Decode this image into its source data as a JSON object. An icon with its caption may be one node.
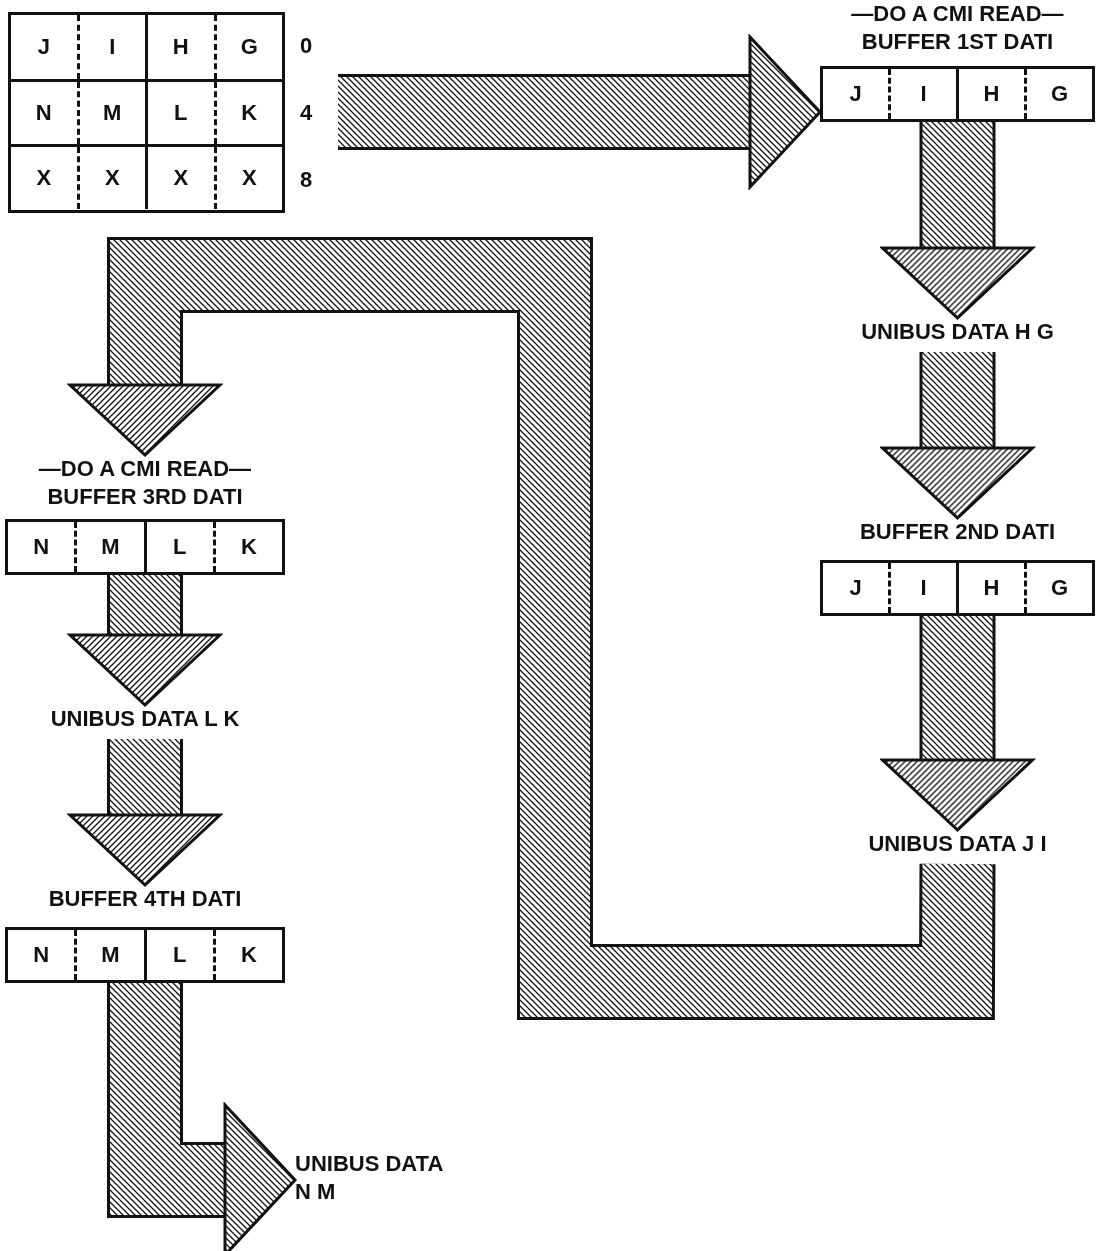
{
  "diagram": {
    "nodes": [
      {
        "text": [
          "J",
          "I",
          "H",
          "G",
          "N",
          "M",
          "L",
          "K",
          "X",
          "X",
          "X",
          "X"
        ],
        "beside": [
          "0",
          "4",
          "8"
        ]
      },
      {
        "text": [
          "—DO A CMI READ—",
          "BUFFER 1ST DATI",
          "J",
          "I",
          "H",
          "G"
        ]
      },
      {
        "text": [
          "UNIBUS DATA H G"
        ]
      },
      {
        "text": [
          "BUFFER 2ND DATI",
          "J",
          "I",
          "H",
          "G"
        ]
      },
      {
        "text": [
          "UNIBUS DATA J I"
        ]
      },
      {
        "text": [
          "—DO A CMI READ—",
          "BUFFER 3RD DATI",
          "N",
          "M",
          "L",
          "K"
        ]
      },
      {
        "text": [
          "UNIBUS DATA L K"
        ]
      },
      {
        "text": [
          "BUFFER 4TH DATI",
          "N",
          "M",
          "L",
          "K"
        ]
      },
      {
        "text": [
          "UNIBUS DATA N M"
        ]
      }
    ],
    "edges": [
      {
        "from": 0,
        "to": 1,
        "arrow": "to"
      },
      {
        "from": 1,
        "to": 2,
        "arrow": "to"
      },
      {
        "from": 2,
        "to": 3,
        "arrow": "to"
      },
      {
        "from": 3,
        "to": 4,
        "arrow": "to"
      },
      {
        "from": 4,
        "to": 5,
        "arrow": "to"
      },
      {
        "from": 5,
        "to": 6,
        "arrow": "to"
      },
      {
        "from": 6,
        "to": 7,
        "arrow": "to"
      },
      {
        "from": 7,
        "to": 8,
        "arrow": "to"
      }
    ]
  }
}
